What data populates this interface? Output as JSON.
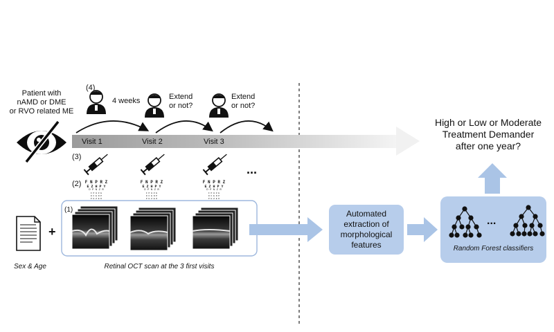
{
  "patient": {
    "line1": "Patient with",
    "line2": "nAMD or DME",
    "line3": "or  RVO related ME"
  },
  "steps": {
    "s4": "(4)",
    "s3": "(3)",
    "s2": "(2)",
    "s1": "(1)"
  },
  "intervals": {
    "first": "4 weeks",
    "second": "Extend\nor not?",
    "third": "Extend\nor not?"
  },
  "visits": [
    "Visit 1",
    "Visit 2",
    "Visit 3"
  ],
  "ellipsis": "...",
  "eye_chart": {
    "row1": "F N P R Z",
    "row2": "E Z H P Y",
    "row3": "D P N Z R",
    "row4": "F P H Z E",
    "row5": "D F E N P",
    "row6": "P H Z E D"
  },
  "bottom": {
    "sex_age": "Sex & Age",
    "oct_caption": "Retinal OCT scan at the 3 first visits",
    "plus": "+"
  },
  "extraction_box": "Automated\nextraction of\nmorphological\nfeatures",
  "classifier_box": {
    "label": "Random Forest classifiers",
    "dots": "..."
  },
  "question": {
    "line1": "High or Low or Moderate",
    "line2": "Treatment Demander",
    "line3": "after one year?"
  },
  "colors": {
    "flow_blue": "#aac4e6",
    "box_blue": "#b7cdeb",
    "box_border": "#9db7dd",
    "timeline_dark": "#9e9e9e",
    "ink": "#111111"
  },
  "icons": [
    "eye-slash-icon",
    "doctor-icon",
    "syringe-icon",
    "eye-chart-icon",
    "oct-scan-image",
    "document-icon",
    "decision-tree-icon"
  ]
}
